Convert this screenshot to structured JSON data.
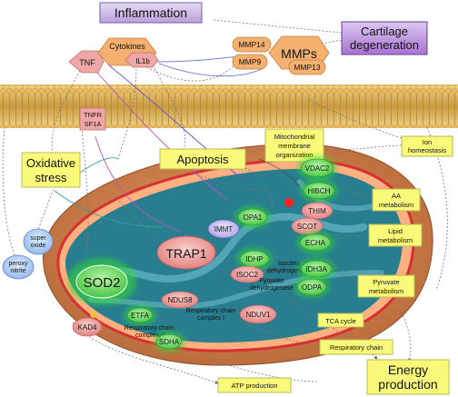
{
  "labels": {
    "inflammation": "Inflammation",
    "cartilage_line1": "Cartilage",
    "cartilage_line2": "degeneration",
    "tnf": "TNF",
    "cytokines": "Cytokines",
    "il1b": "IL1b",
    "mmps": "MMPs",
    "mmp14": "MMP14",
    "mmp9": "MMP9",
    "mmp13": "MMP13",
    "tnfr_line1": "TNFR",
    "tnfr_line2": "SF1A",
    "oxidative_line1": "Oxidative",
    "oxidative_line2": "stress",
    "apoptosis": "Apoptosis",
    "mito_org_line1": "Mitochondrial",
    "mito_org_line2": "membrane",
    "mito_org_line3": "organization",
    "ion_line1": "Ion",
    "ion_line2": "homeostasis",
    "aa_line1": "AA",
    "aa_line2": "metabolism",
    "lipid_line1": "Lipid",
    "lipid_line2": "metabolism",
    "pyruvate_line1": "Pyruvate",
    "pyruvate_line2": "metabolism",
    "tca": "TCA cycle",
    "resp_chain": "Respiratory chain",
    "atp": "ATP production",
    "energy_line1": "Energy",
    "energy_line2": "production",
    "superoxide_line1": "super",
    "superoxide_line2": "oxide",
    "peroxynitrite_line1": "peroxy",
    "peroxynitrite_line2": "nitrite",
    "sod2": "SOD2",
    "trap1": "TRAP1",
    "immt": "IMMT",
    "opa1": "OPA1",
    "vdac2": "VDAC2",
    "hibch": "HIBCH",
    "thim": "THIM",
    "scot": "SCOT",
    "echa": "ECHA",
    "idhp": "IDHP",
    "isoc2": "ISOC2",
    "idh3a": "IDH3A",
    "odpa": "ODPA",
    "isocitric_line1": "Isocitric",
    "isocitric_line2": "dehydrogenase",
    "pyr_dh_line1": "Pyruvate",
    "pyr_dh_line2": "dehydrogenase",
    "ndus8": "NDUS8",
    "ndufv1": "NDUV1",
    "rc1_line1": "Respiratory chain",
    "rc1_line2": "complex I",
    "etfa": "ETFA",
    "kad4": "KAD4",
    "rc2_line1": "Respiratory chain,",
    "rc2_line2": "complex II",
    "sdha": "SDHA"
  },
  "colors": {
    "inflammation_fill": "#c9b3e0",
    "cartilage_fill": "#b88fd6",
    "yellow_box": "#fafa7a",
    "yellow_border": "#b9b95a",
    "pink_node": "#f0a0a0",
    "orange_node": "#f5b070",
    "green_node": "#66dd55",
    "green_glow": "#22cc22",
    "red_node": "#f07070",
    "blue_node": "#9fc3f0",
    "membrane": "#e6c26a",
    "mito_outer": "#c87f4a",
    "mito_inner": "#d03030",
    "matrix": "#2a8a9a"
  }
}
